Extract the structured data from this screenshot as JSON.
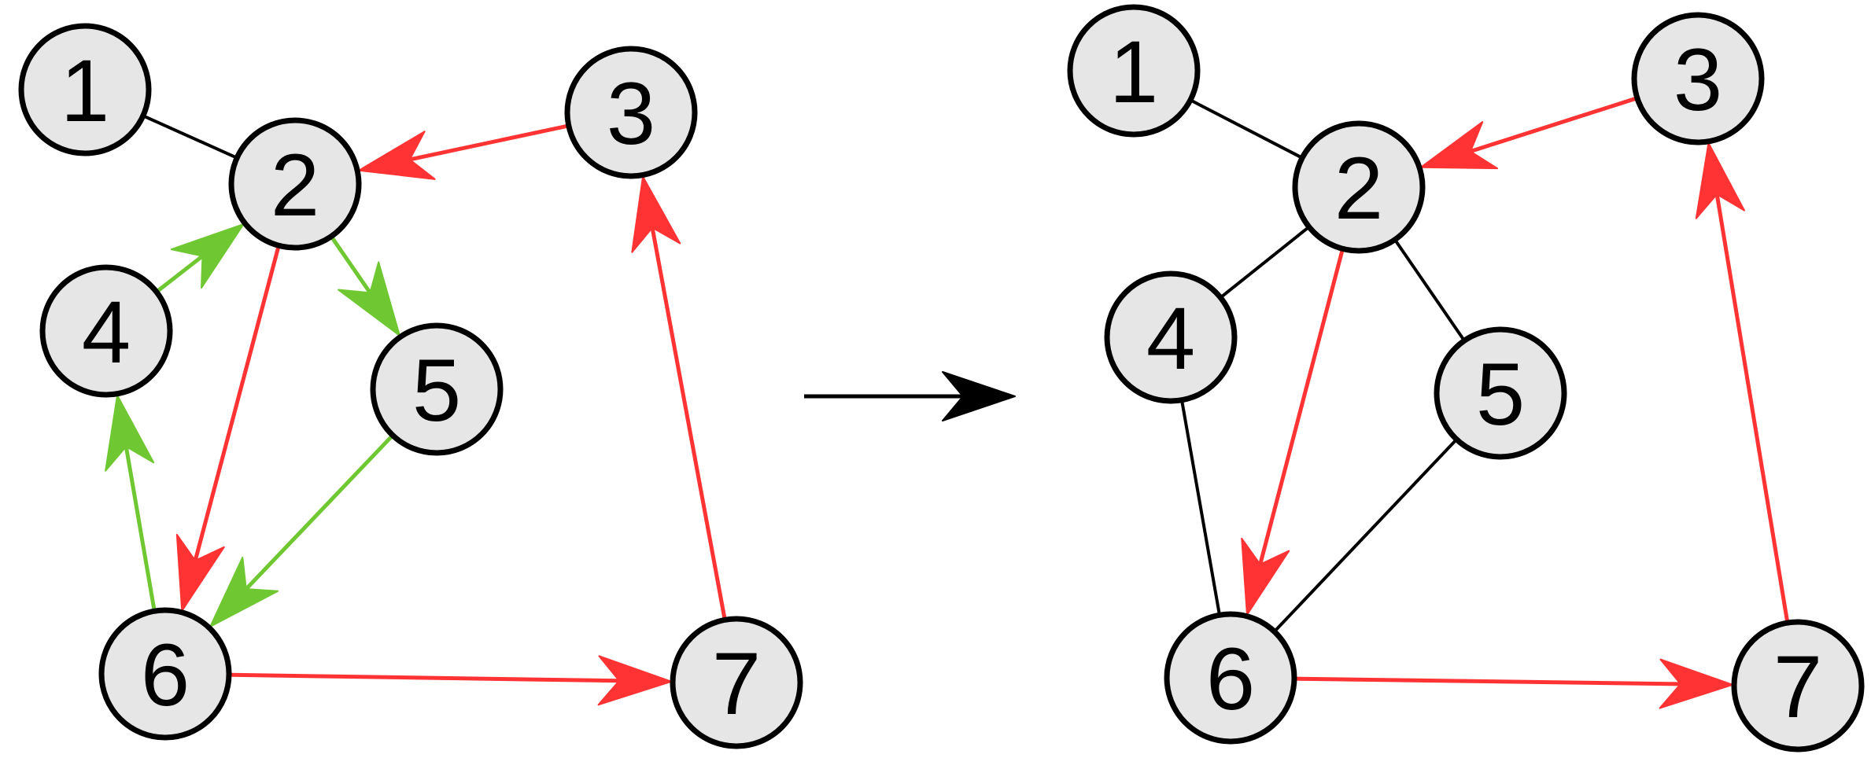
{
  "colors": {
    "background": "#ffffff",
    "node_fill": "#e6e6e6",
    "node_stroke": "#000000",
    "edge_plain": "#000000",
    "edge_red": "#ff3333",
    "edge_green": "#6fc832"
  },
  "left_graph": {
    "nodes": [
      {
        "id": "1",
        "label": "1"
      },
      {
        "id": "2",
        "label": "2"
      },
      {
        "id": "3",
        "label": "3"
      },
      {
        "id": "4",
        "label": "4"
      },
      {
        "id": "5",
        "label": "5"
      },
      {
        "id": "6",
        "label": "6"
      },
      {
        "id": "7",
        "label": "7"
      }
    ],
    "edges": [
      {
        "from": "1",
        "to": "2",
        "style": "plain",
        "directed": false
      },
      {
        "from": "3",
        "to": "2",
        "style": "red",
        "directed": true
      },
      {
        "from": "4",
        "to": "2",
        "style": "green",
        "directed": true
      },
      {
        "from": "2",
        "to": "5",
        "style": "green",
        "directed": true
      },
      {
        "from": "2",
        "to": "6",
        "style": "red",
        "directed": true
      },
      {
        "from": "5",
        "to": "6",
        "style": "green",
        "directed": true
      },
      {
        "from": "6",
        "to": "4",
        "style": "green",
        "directed": true
      },
      {
        "from": "6",
        "to": "7",
        "style": "red",
        "directed": true
      },
      {
        "from": "7",
        "to": "3",
        "style": "red",
        "directed": true
      }
    ]
  },
  "right_graph": {
    "nodes": [
      {
        "id": "1",
        "label": "1"
      },
      {
        "id": "2",
        "label": "2"
      },
      {
        "id": "3",
        "label": "3"
      },
      {
        "id": "4",
        "label": "4"
      },
      {
        "id": "5",
        "label": "5"
      },
      {
        "id": "6",
        "label": "6"
      },
      {
        "id": "7",
        "label": "7"
      }
    ],
    "edges": [
      {
        "from": "1",
        "to": "2",
        "style": "plain",
        "directed": false
      },
      {
        "from": "3",
        "to": "2",
        "style": "red",
        "directed": true
      },
      {
        "from": "2",
        "to": "4",
        "style": "plain",
        "directed": false
      },
      {
        "from": "2",
        "to": "5",
        "style": "plain",
        "directed": false
      },
      {
        "from": "2",
        "to": "6",
        "style": "red",
        "directed": true
      },
      {
        "from": "4",
        "to": "6",
        "style": "plain",
        "directed": false
      },
      {
        "from": "5",
        "to": "6",
        "style": "plain",
        "directed": false
      },
      {
        "from": "6",
        "to": "7",
        "style": "red",
        "directed": true
      },
      {
        "from": "7",
        "to": "3",
        "style": "red",
        "directed": true
      }
    ]
  },
  "transition_arrow": {
    "style": "plain",
    "directed": true
  }
}
